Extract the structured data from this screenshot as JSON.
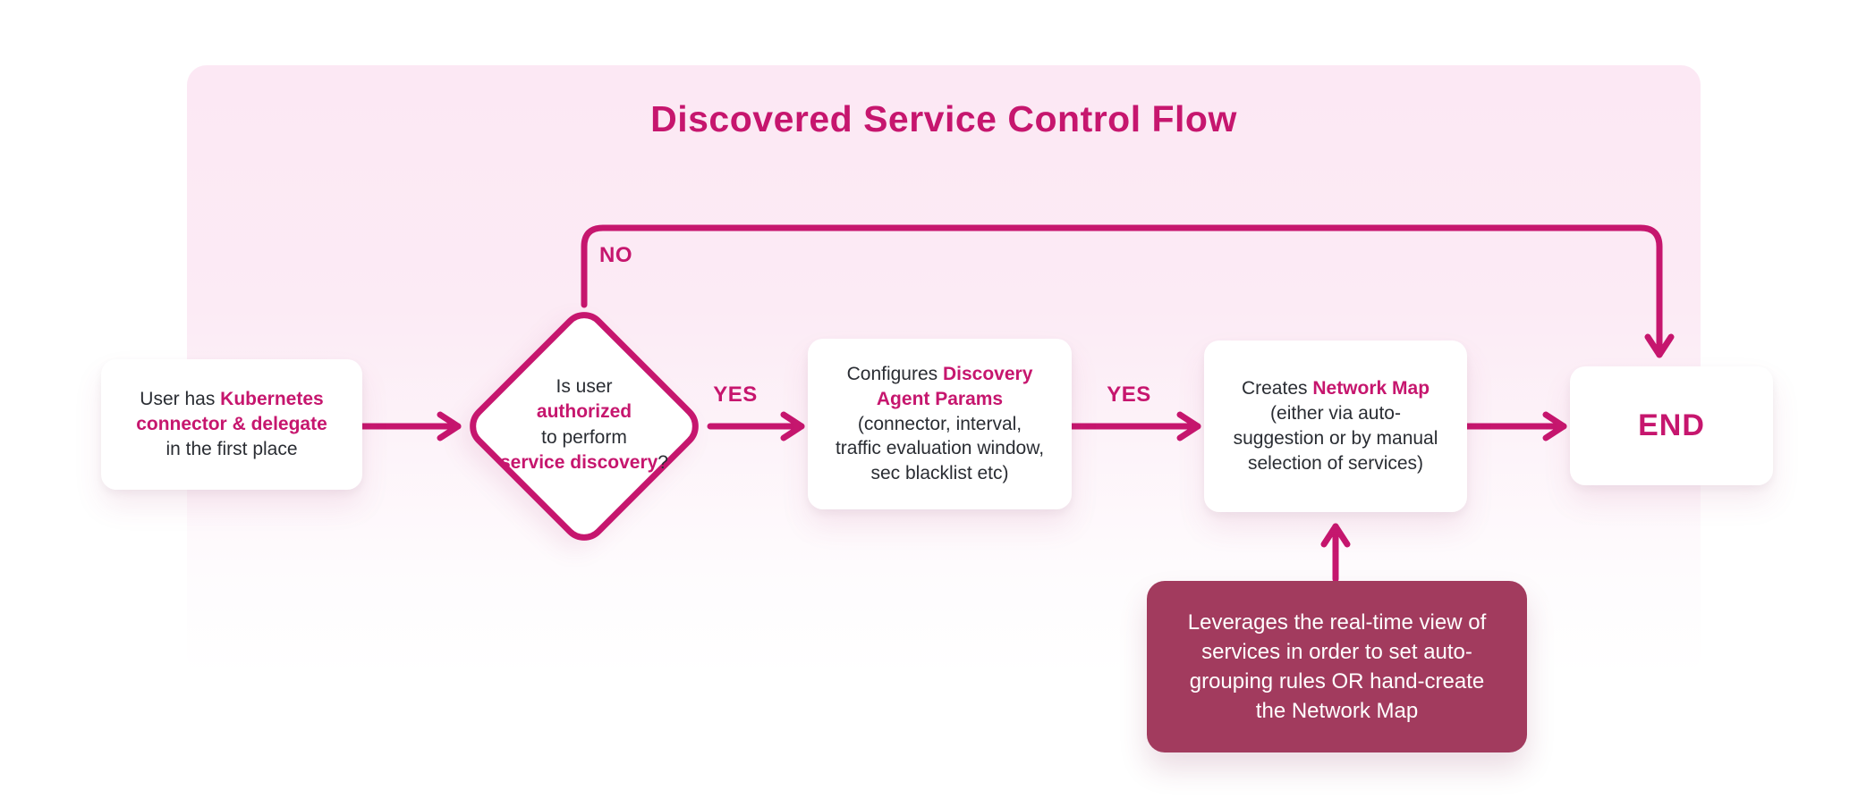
{
  "title": "Discovered Service Control Flow",
  "colors": {
    "accent": "#c6166e",
    "note_bg": "#a23b5e",
    "board_top": "#fce8f4",
    "node_bg": "#ffffff",
    "text": "#2a2d33"
  },
  "labels": {
    "no": "NO",
    "yes_authorized": "YES",
    "yes_configured": "YES"
  },
  "nodes": {
    "start": {
      "pre": "User has ",
      "accent": "Kubernetes\nconnector & delegate",
      "post": "\nin the first place"
    },
    "decision": {
      "pre": "Is user\n",
      "accent1": "authorized",
      "mid": "\nto perform\n",
      "accent2": "service discovery",
      "post": "?"
    },
    "configure": {
      "pre": "Configures ",
      "accent": "Discovery\nAgent Params",
      "post": "\n(connector, interval,\ntraffic evaluation window,\nsec blacklist etc)"
    },
    "create": {
      "pre": "Creates ",
      "accent": "Network Map",
      "post": "\n(either via auto-\nsuggestion or by manual\nselection of services)"
    },
    "end": {
      "label": "END"
    },
    "note": {
      "text": "Leverages the real-time view of\nservices in order to set auto-\ngrouping rules OR hand-create\nthe Network Map"
    }
  }
}
